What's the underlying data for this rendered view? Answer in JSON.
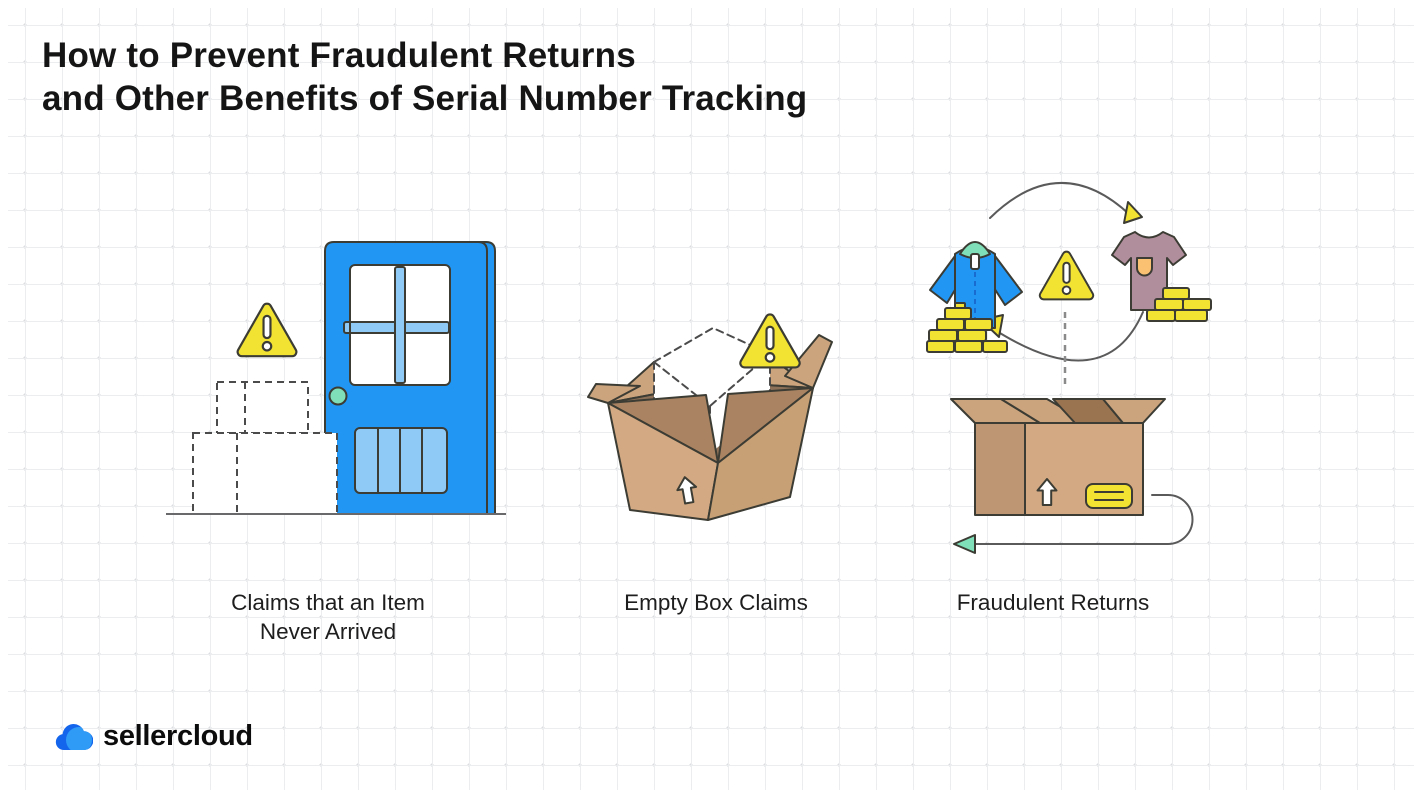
{
  "title": {
    "line1": "How to Prevent Fraudulent Returns",
    "line2": "and Other Benefits of Serial Number Tracking"
  },
  "sections": [
    {
      "label": "Claims that an Item\nNever Arrived"
    },
    {
      "label": "Empty Box Claims"
    },
    {
      "label": "Fraudulent Returns"
    }
  ],
  "logo": {
    "text": "sellercloud"
  },
  "colors": {
    "paper": "#FFFFFF",
    "grid": "#ECEDEF",
    "ink": "#151515",
    "blue": "#2196F3",
    "lightBlue": "#8FCAF7",
    "mint": "#7FDFB8",
    "yellow": "#F2E232",
    "tan": "#D2A982",
    "tanLight": "#CBA47E",
    "tanRight": "#C7A076",
    "tanMid": "#BE9673",
    "tanDark": "#AA8462",
    "interior": "#8C7158",
    "flapDark": "#9A7350",
    "mauve": "#B18E9C",
    "pocket": "#FBC173",
    "outline": "#3C3C34",
    "logoBlueDark": "#1565EC",
    "logoBlueLight": "#2F9BF7"
  }
}
